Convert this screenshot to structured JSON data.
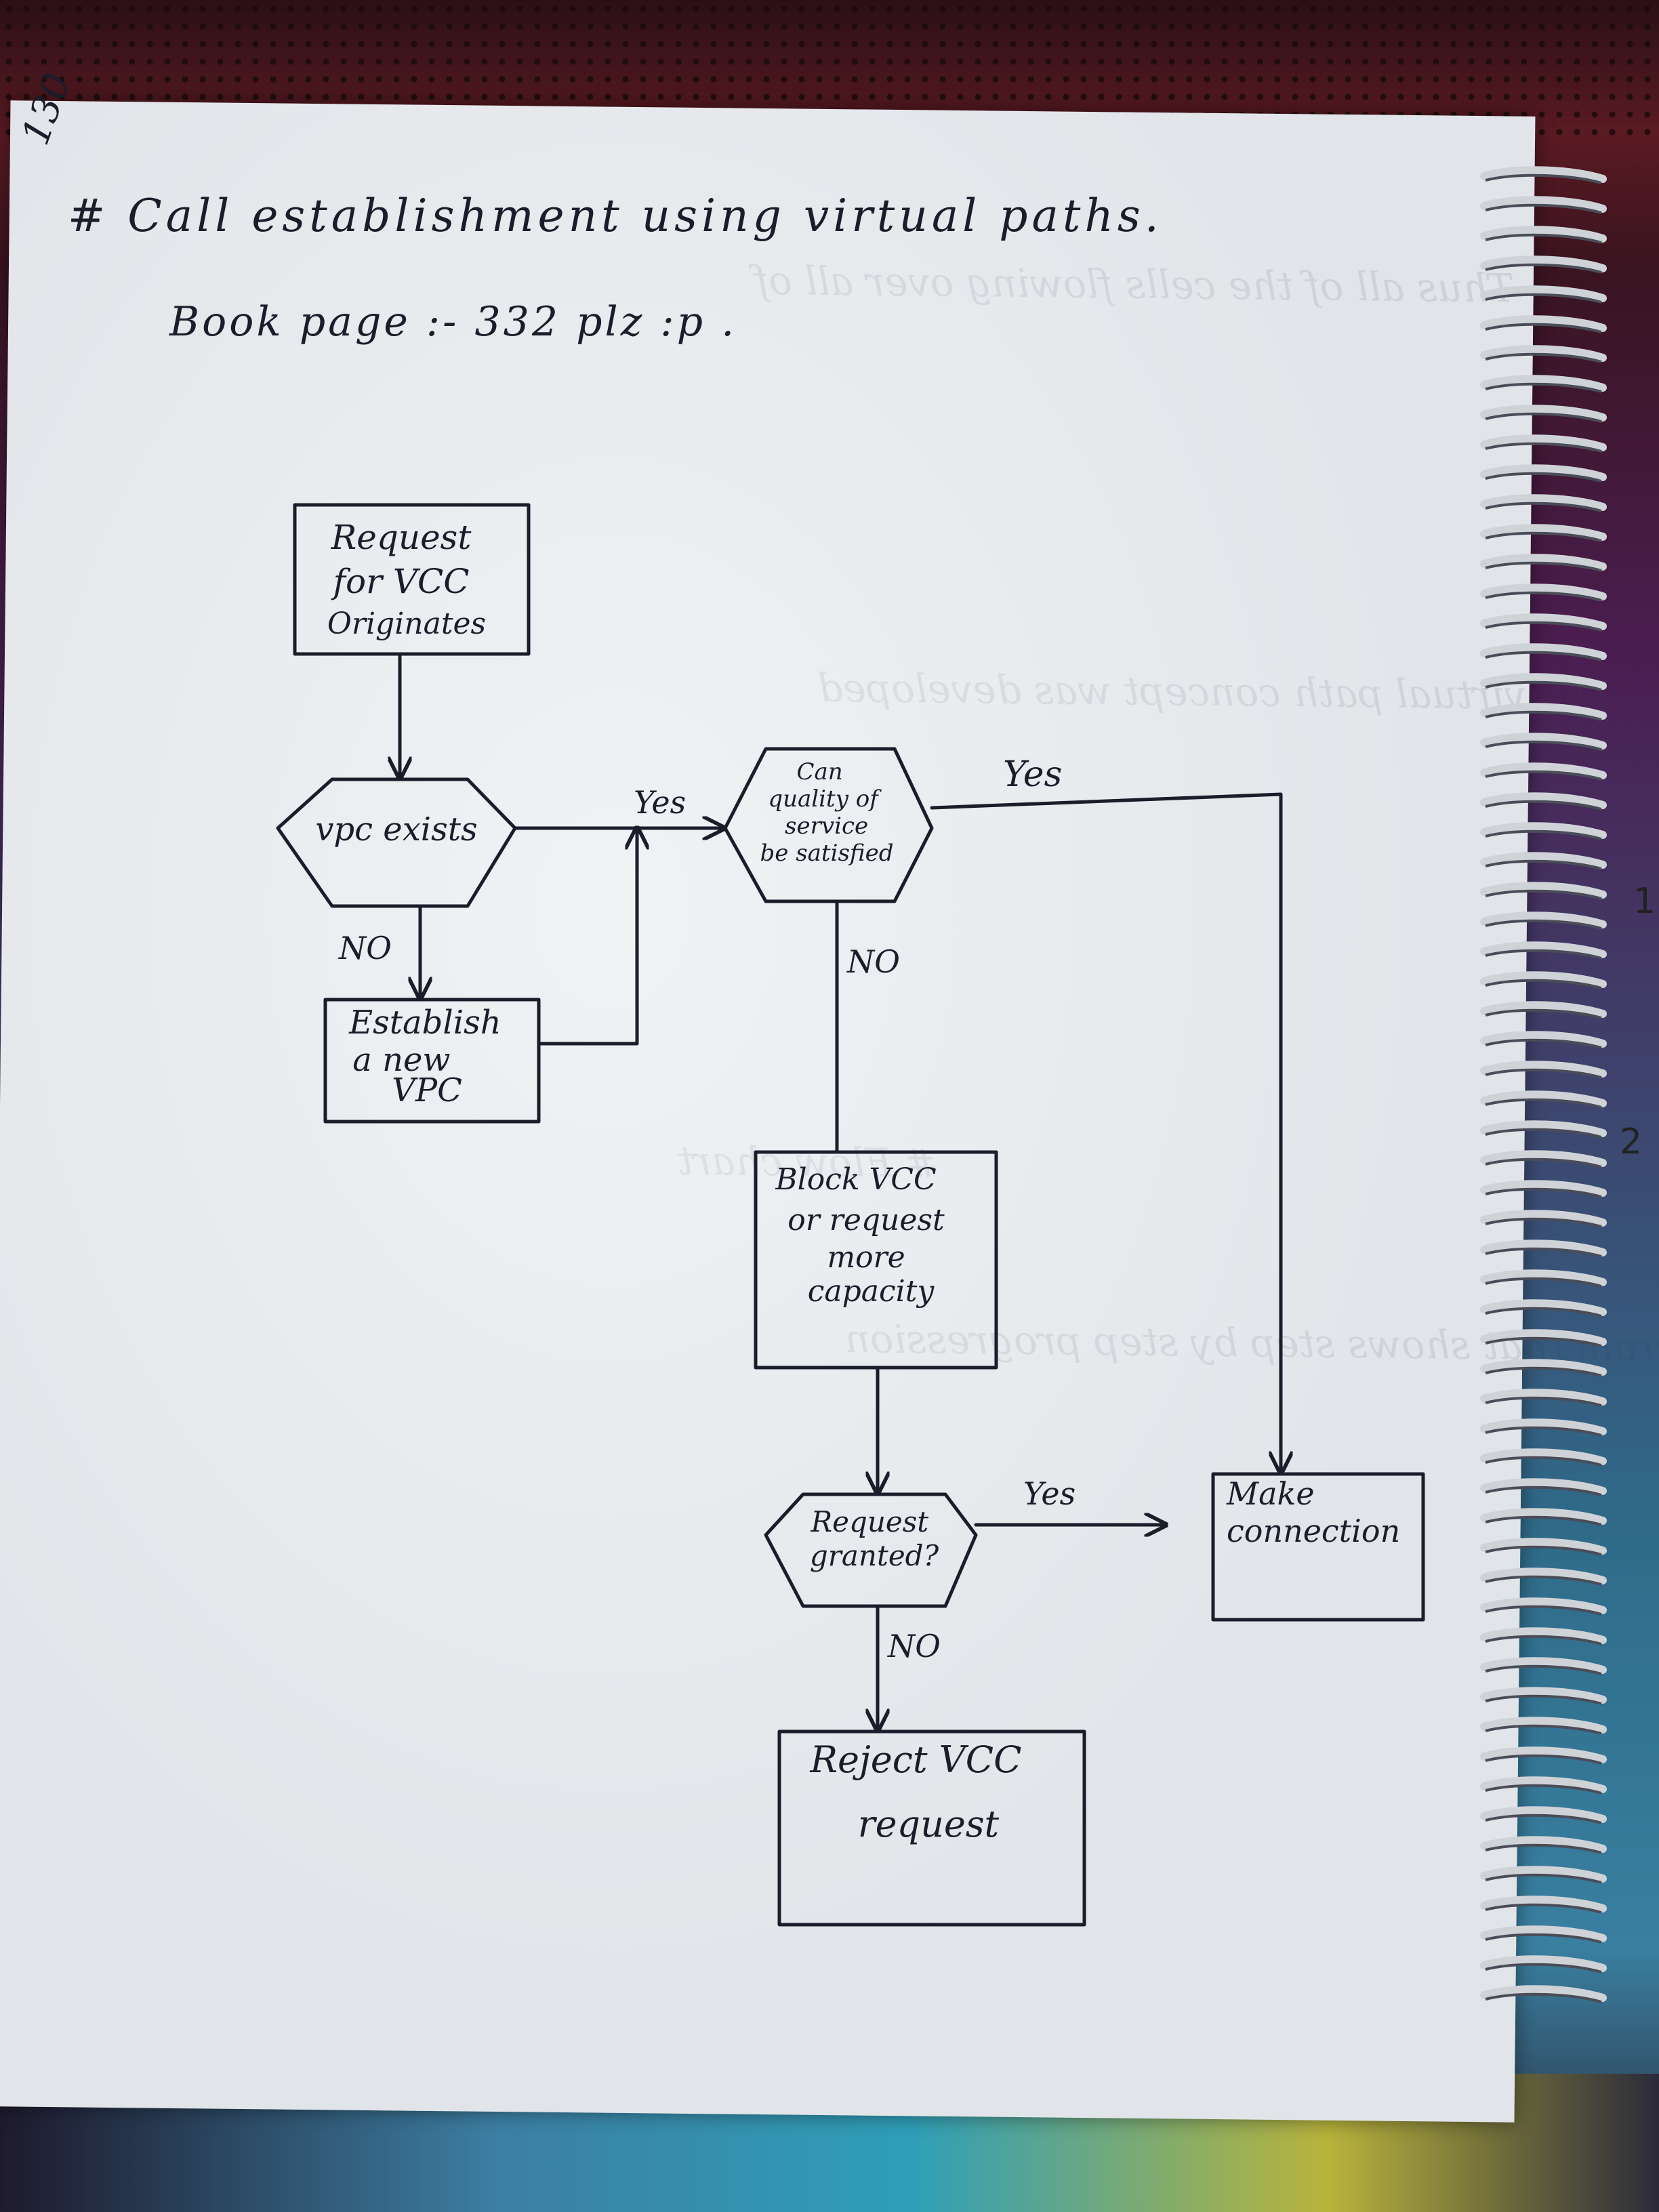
{
  "page": {
    "page_number": "130",
    "heading": "# Call establishment using virtual paths.",
    "book_reference": "Book page :- 332 plz :p .",
    "margin_marks": [
      "1",
      "2"
    ]
  },
  "flowchart": {
    "nodes": {
      "request": {
        "lines": [
          "Request",
          "for VCC",
          "Originates"
        ]
      },
      "vpc_exists": {
        "lines": [
          "vpc exists"
        ]
      },
      "qos": {
        "lines": [
          "Can",
          "quality of",
          "service",
          "be satisfied"
        ]
      },
      "establish": {
        "lines": [
          "Establish",
          "a new",
          "VPC"
        ]
      },
      "block": {
        "lines": [
          "Block VCC",
          "or request",
          "more",
          "capacity"
        ]
      },
      "granted": {
        "lines": [
          "Request",
          "granted?"
        ]
      },
      "make": {
        "lines": [
          "Make",
          "connection"
        ]
      },
      "reject": {
        "lines": [
          "Reject VCC",
          "request"
        ]
      }
    },
    "edges": {
      "vpc_yes": "Yes",
      "vpc_no": "NO",
      "qos_yes": "Yes",
      "qos_no": "NO",
      "granted_yes": "Yes",
      "granted_no": "NO"
    }
  },
  "colors": {
    "ink": "#1c1c2a",
    "paper": "#e9ebef"
  }
}
